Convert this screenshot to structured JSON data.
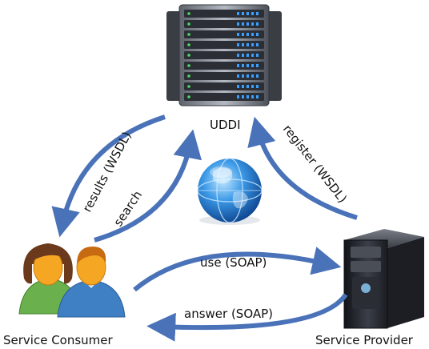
{
  "nodes": {
    "uddi": {
      "label": "UDDI",
      "icon": "server-rack-icon"
    },
    "consumer": {
      "label": "Service Consumer",
      "icon": "users-icon"
    },
    "provider": {
      "label": "Service Provider",
      "icon": "computer-tower-icon"
    },
    "center": {
      "icon": "globe-icon"
    }
  },
  "edges": {
    "results": {
      "label": "results (WSDL)"
    },
    "search": {
      "label": "search"
    },
    "register": {
      "label": "register (WSDL)"
    },
    "use": {
      "label": "use (SOAP)"
    },
    "answer": {
      "label": "answer (SOAP)"
    }
  },
  "colors": {
    "arrow": "#4a72b8",
    "server_dark": "#2b2e35",
    "server_light": "#8a8f99",
    "globe": "#2a7fd4",
    "person_female_shirt": "#69b34a",
    "person_male_shirt": "#3f7fc4",
    "skin": "#f5a623",
    "hair_brown": "#6b3a1c"
  }
}
